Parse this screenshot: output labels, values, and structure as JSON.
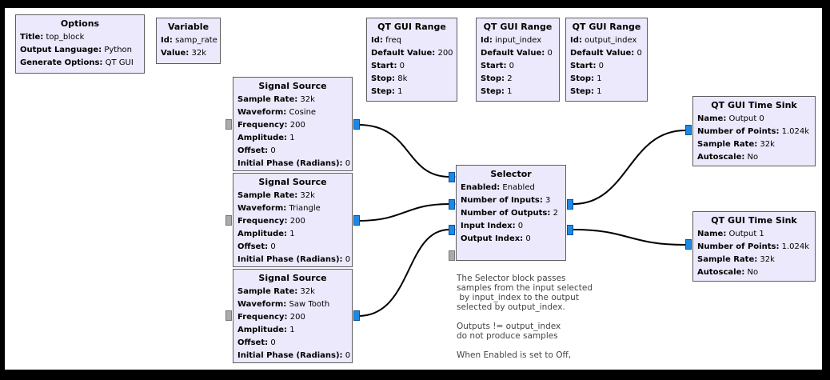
{
  "options": {
    "title": "Options",
    "params": [
      {
        "k": "Title:",
        "v": "top_block"
      },
      {
        "k": "Output Language:",
        "v": "Python"
      },
      {
        "k": "Generate Options:",
        "v": "QT GUI"
      }
    ]
  },
  "variable": {
    "title": "Variable",
    "params": [
      {
        "k": "Id:",
        "v": "samp_rate"
      },
      {
        "k": "Value:",
        "v": "32k"
      }
    ]
  },
  "range_freq": {
    "title": "QT GUI Range",
    "params": [
      {
        "k": "Id:",
        "v": "freq"
      },
      {
        "k": "Default Value:",
        "v": "200"
      },
      {
        "k": "Start:",
        "v": "0"
      },
      {
        "k": "Stop:",
        "v": "8k"
      },
      {
        "k": "Step:",
        "v": "1"
      }
    ]
  },
  "range_input": {
    "title": "QT GUI Range",
    "params": [
      {
        "k": "Id:",
        "v": "input_index"
      },
      {
        "k": "Default Value:",
        "v": "0"
      },
      {
        "k": "Start:",
        "v": "0"
      },
      {
        "k": "Stop:",
        "v": "2"
      },
      {
        "k": "Step:",
        "v": "1"
      }
    ]
  },
  "range_output": {
    "title": "QT GUI Range",
    "params": [
      {
        "k": "Id:",
        "v": "output_index"
      },
      {
        "k": "Default Value:",
        "v": "0"
      },
      {
        "k": "Start:",
        "v": "0"
      },
      {
        "k": "Stop:",
        "v": "1"
      },
      {
        "k": "Step:",
        "v": "1"
      }
    ]
  },
  "src_cos": {
    "title": "Signal Source",
    "params": [
      {
        "k": "Sample Rate:",
        "v": "32k"
      },
      {
        "k": "Waveform:",
        "v": "Cosine"
      },
      {
        "k": "Frequency:",
        "v": "200"
      },
      {
        "k": "Amplitude:",
        "v": "1"
      },
      {
        "k": "Offset:",
        "v": "0"
      },
      {
        "k": "Initial Phase (Radians):",
        "v": "0"
      }
    ]
  },
  "src_tri": {
    "title": "Signal Source",
    "params": [
      {
        "k": "Sample Rate:",
        "v": "32k"
      },
      {
        "k": "Waveform:",
        "v": "Triangle"
      },
      {
        "k": "Frequency:",
        "v": "200"
      },
      {
        "k": "Amplitude:",
        "v": "1"
      },
      {
        "k": "Offset:",
        "v": "0"
      },
      {
        "k": "Initial Phase (Radians):",
        "v": "0"
      }
    ]
  },
  "src_saw": {
    "title": "Signal Source",
    "params": [
      {
        "k": "Sample Rate:",
        "v": "32k"
      },
      {
        "k": "Waveform:",
        "v": "Saw Tooth"
      },
      {
        "k": "Frequency:",
        "v": "200"
      },
      {
        "k": "Amplitude:",
        "v": "1"
      },
      {
        "k": "Offset:",
        "v": "0"
      },
      {
        "k": "Initial Phase (Radians):",
        "v": "0"
      }
    ]
  },
  "selector": {
    "title": "Selector",
    "params": [
      {
        "k": "Enabled:",
        "v": "Enabled"
      },
      {
        "k": "Number of Inputs:",
        "v": "3"
      },
      {
        "k": "Number of Outputs:",
        "v": "2"
      },
      {
        "k": "Input Index:",
        "v": "0"
      },
      {
        "k": "Output Index:",
        "v": "0"
      }
    ]
  },
  "sink0": {
    "title": "QT GUI Time Sink",
    "params": [
      {
        "k": "Name:",
        "v": "Output 0"
      },
      {
        "k": "Number of Points:",
        "v": "1.024k"
      },
      {
        "k": "Sample Rate:",
        "v": "32k"
      },
      {
        "k": "Autoscale:",
        "v": "No"
      }
    ]
  },
  "sink1": {
    "title": "QT GUI Time Sink",
    "params": [
      {
        "k": "Name:",
        "v": "Output 1"
      },
      {
        "k": "Number of Points:",
        "v": "1.024k"
      },
      {
        "k": "Sample Rate:",
        "v": "32k"
      },
      {
        "k": "Autoscale:",
        "v": "No"
      }
    ]
  },
  "comment": "The Selector block passes\nsamples from the input selected\n by input_index to the output\nselected by output_index.\n\nOutputs != output_index\ndo not produce samples\n\nWhen Enabled is set to Off,",
  "colors": {
    "block_bg": "#ece9fc",
    "port": "#1e88e5",
    "port_disabled": "#aaaaaa",
    "wire": "#000000"
  }
}
